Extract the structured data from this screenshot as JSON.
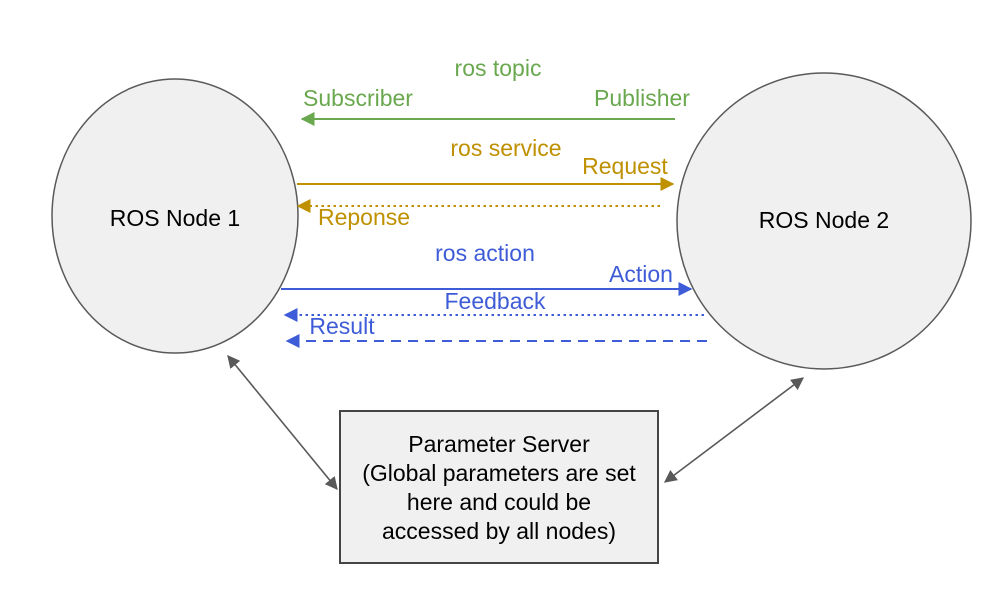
{
  "colors": {
    "background": "#ffffff",
    "node_fill": "#f0f0f0",
    "node_stroke": "#595959",
    "box_fill": "#f0f0f0",
    "box_stroke": "#454545",
    "node_text": "#000000",
    "box_text": "#000000",
    "topic_green": "#6aa84f",
    "service_yellow": "#bf9000",
    "action_blue": "#3e5cd7",
    "connector_gray": "#595959"
  },
  "node1": {
    "label": "ROS Node 1"
  },
  "node2": {
    "label": "ROS Node 2"
  },
  "ros_topic": {
    "title": "ros topic",
    "subscriber": "Subscriber",
    "publisher": "Publisher"
  },
  "ros_service": {
    "title": "ros service",
    "request": "Request",
    "response": "Reponse"
  },
  "ros_action": {
    "title": "ros action",
    "action": "Action",
    "feedback": "Feedback",
    "result": "Result"
  },
  "parameter_server": {
    "lines": [
      "Parameter Server",
      "(Global parameters are set",
      "here and could be",
      "accessed by all nodes)"
    ]
  }
}
